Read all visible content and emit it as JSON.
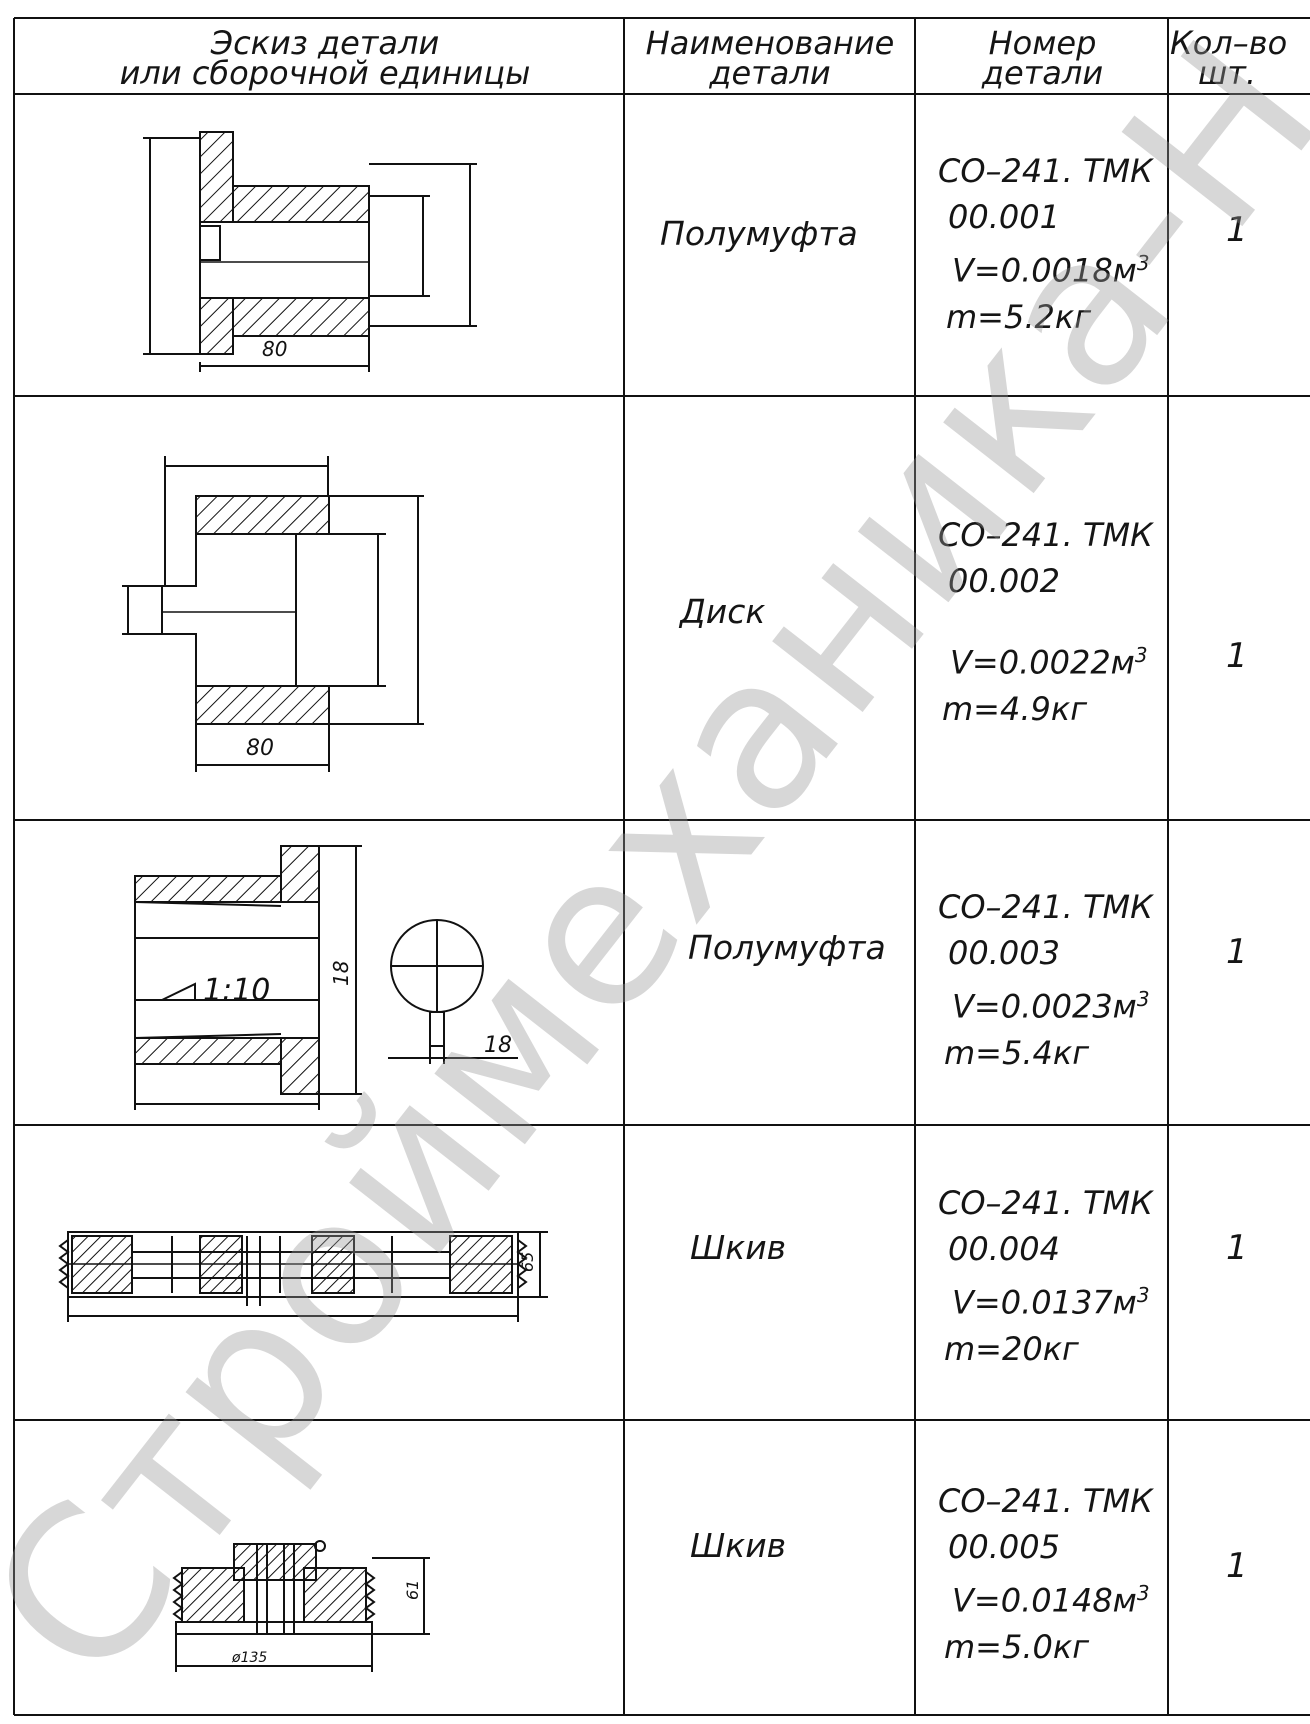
{
  "header": {
    "sketch": [
      "Эскиз детали",
      "или сборочной единицы"
    ],
    "name": [
      "Наименование",
      "детали"
    ],
    "number": [
      "Номер",
      "детали"
    ],
    "qty": [
      "Кол–во",
      "шт."
    ]
  },
  "rows": [
    {
      "name": "Полумуфта",
      "number": "СО–241. ТМК",
      "code": "00.001",
      "volume": "V=0.0018м",
      "mass": "m=5.2кг",
      "qty": "1",
      "dims": [
        "80"
      ]
    },
    {
      "name": "Диск",
      "number": "СО–241. ТМК",
      "code": "00.002",
      "volume": "V=0.0022м",
      "mass": "m=4.9кг",
      "qty": "1",
      "dims": [
        "80"
      ]
    },
    {
      "name": "Полумуфта",
      "number": "СО–241. ТМК",
      "code": "00.003",
      "volume": "V=0.0023м",
      "mass": "m=5.4кг",
      "qty": "1",
      "dims": [
        "1:10",
        "18",
        "18"
      ]
    },
    {
      "name": "Шкив",
      "number": "СО–241. ТМК",
      "code": "00.004",
      "volume": "V=0.0137м",
      "mass": "m=20кг",
      "qty": "1",
      "dims": [
        "65"
      ]
    },
    {
      "name": "Шкив",
      "number": "СО–241. ТМК",
      "code": "00.005",
      "volume": "V=0.0148м",
      "mass": "m=5.0кг",
      "qty": "1",
      "dims": [
        "61",
        "ø135"
      ]
    }
  ],
  "unit_exponent": "3",
  "watermark": "Строймеханика-Н"
}
